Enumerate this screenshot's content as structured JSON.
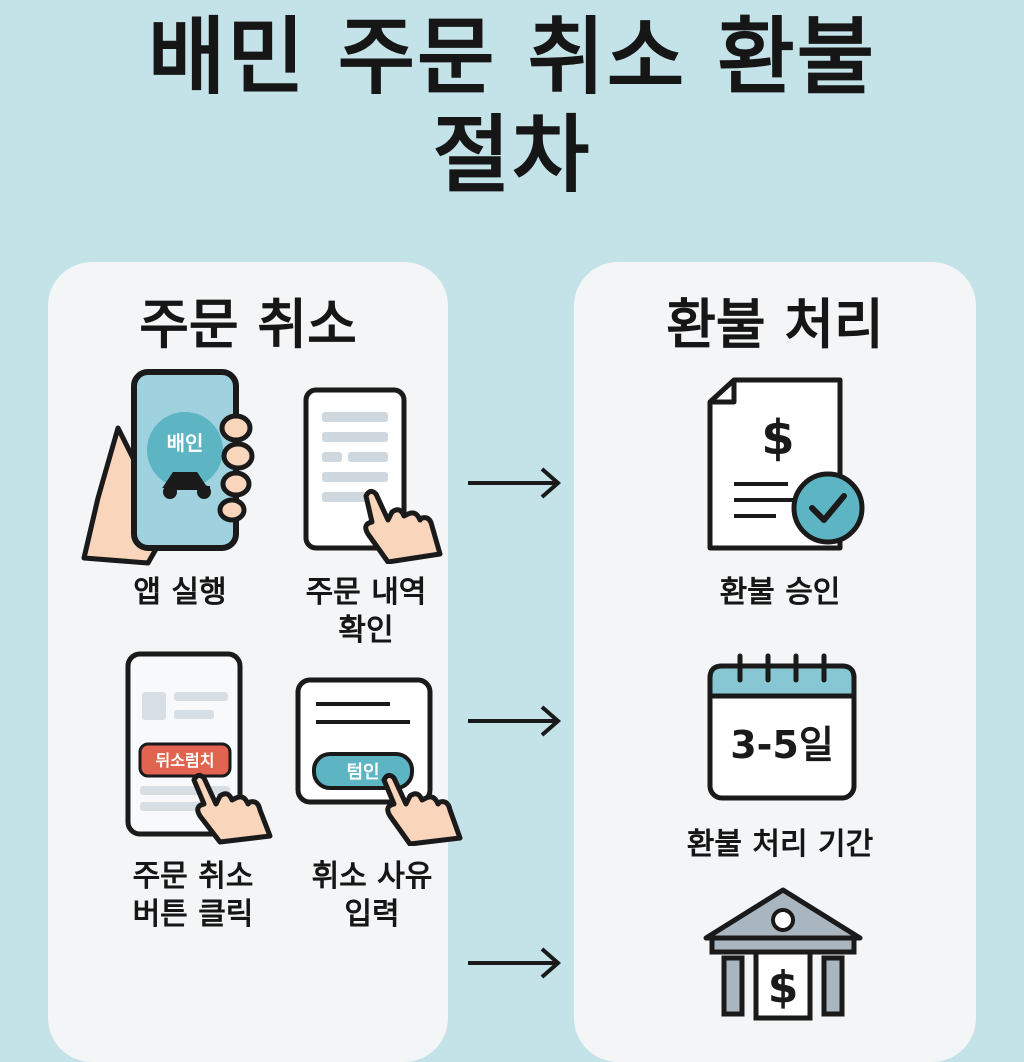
{
  "title": {
    "line1": "배민 주문 취소 환불",
    "line2": "절차"
  },
  "left_panel": {
    "heading": "주문 취소",
    "steps": [
      {
        "label_line1": "앱 실행",
        "label_line2": "",
        "icon_text": "배인"
      },
      {
        "label_line1": "주문 내역",
        "label_line2": "확인"
      },
      {
        "label_line1": "주문 취소",
        "label_line2": "버튼 클릭",
        "icon_text": "뒤소럼치"
      },
      {
        "label_line1": "휘소 사유",
        "label_line2": "입력",
        "icon_text": "텀인"
      }
    ]
  },
  "right_panel": {
    "heading": "환불 처리",
    "steps": [
      {
        "label": "환불 승인",
        "icon_text": "$"
      },
      {
        "label": "환불 처리 기간",
        "icon_text": "3-5일"
      },
      {
        "label": "",
        "icon_text": "$"
      }
    ]
  },
  "colors": {
    "background": "#c3e3e8",
    "panel": "#f3f5f7",
    "accent_teal": "#5db5c4",
    "accent_red": "#e0644f",
    "skin": "#f8d5bb",
    "bank_gray": "#a9b5bf"
  }
}
